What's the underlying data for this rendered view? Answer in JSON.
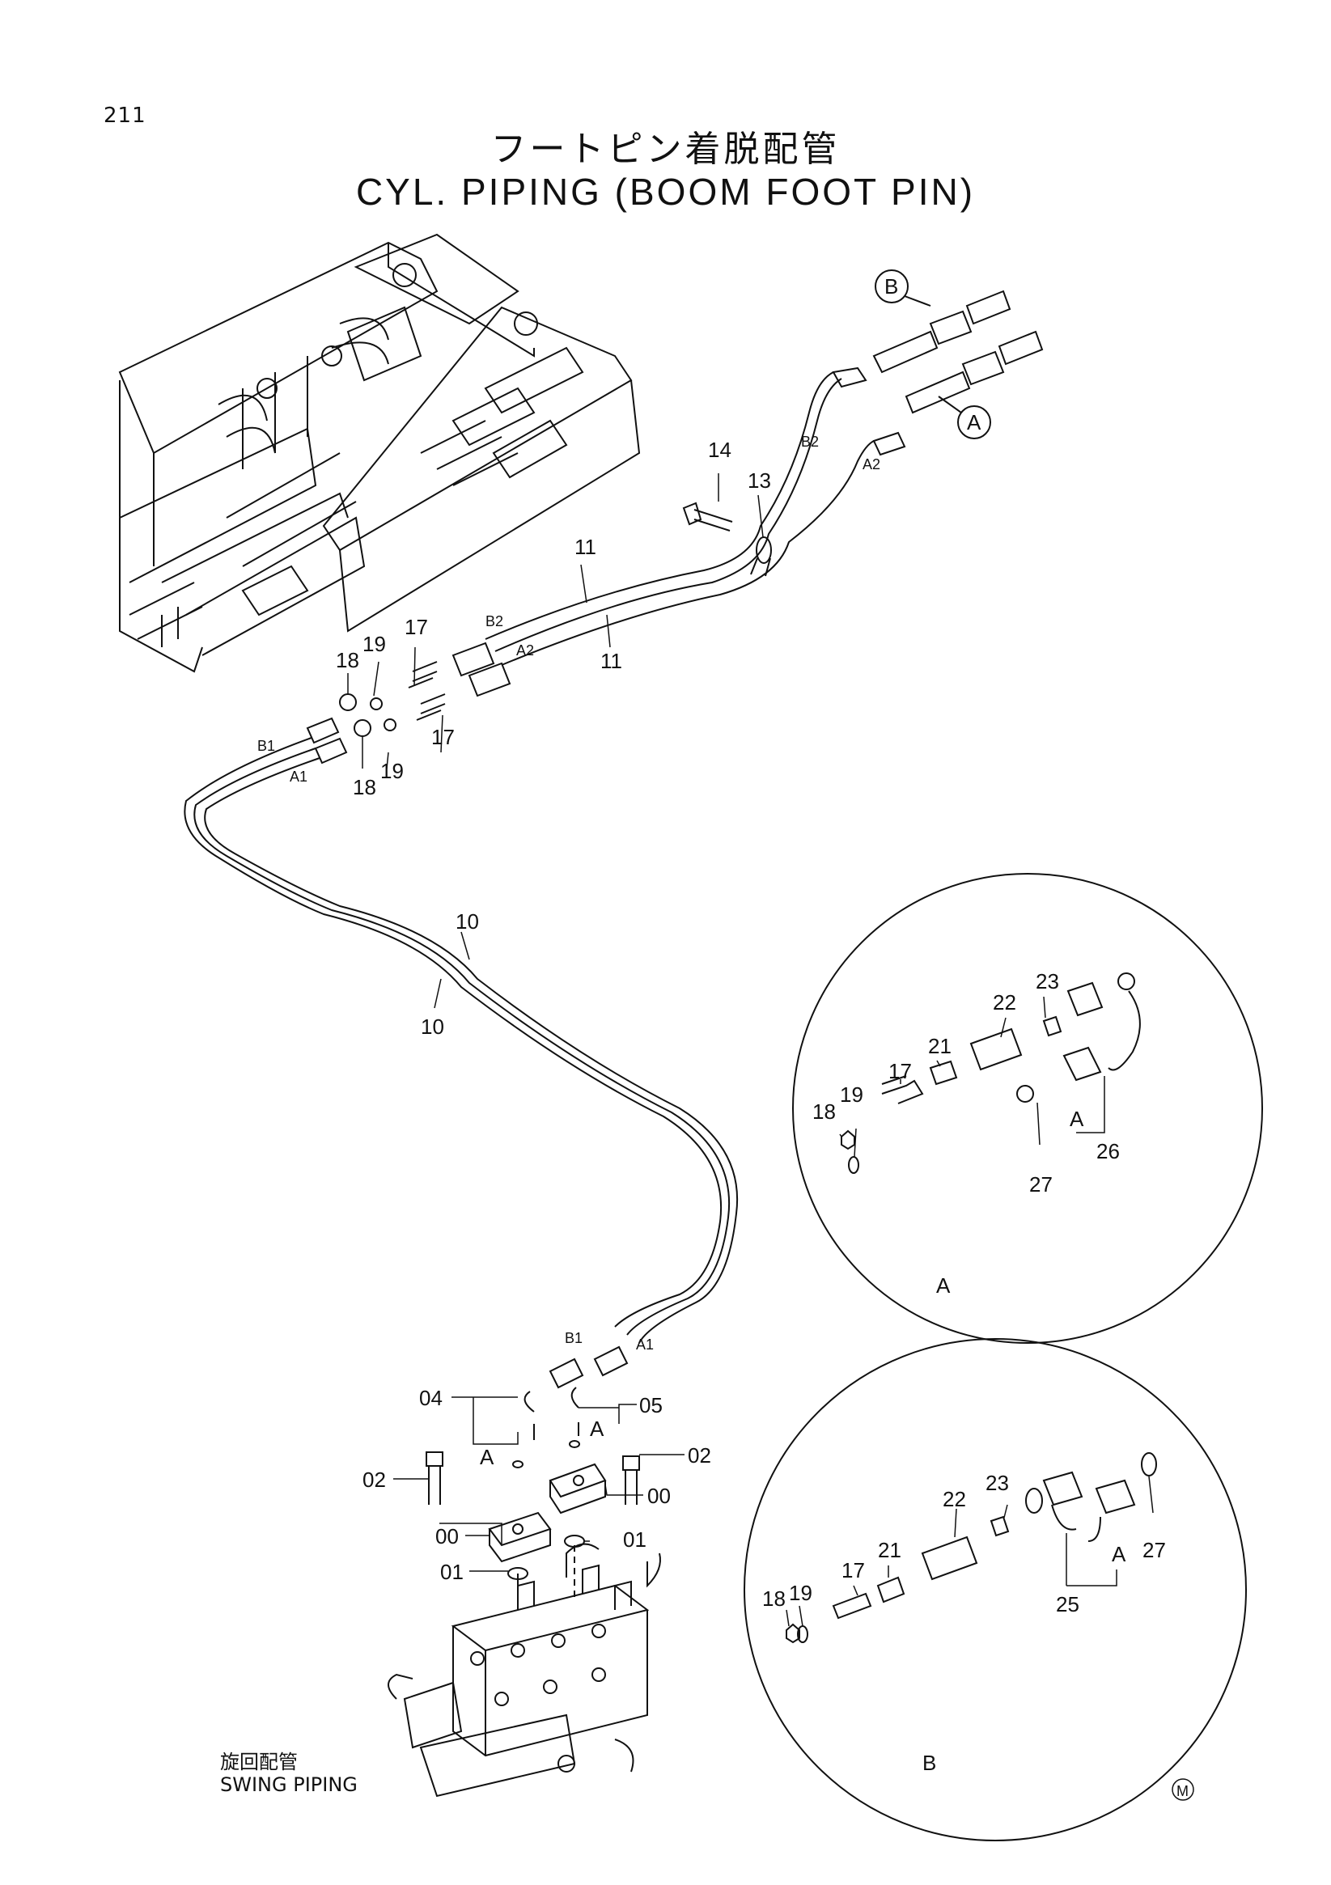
{
  "page_number": "211",
  "title_jp": "フートピン着脱配管",
  "title_en": "CYL. PIPING (BOOM FOOT PIN)",
  "swing_piping_jp": "旋回配管",
  "swing_piping_en": "SWING PIPING",
  "mark": "M",
  "ports": {
    "b1": "B1",
    "a1": "A1",
    "b2": "B2",
    "a2": "A2",
    "A": "A",
    "B": "B"
  },
  "callouts": {
    "c14": "14",
    "c13": "13",
    "c11a": "11",
    "c11b": "11",
    "c17a": "17",
    "c17b": "17",
    "c19a": "19",
    "c19b": "19",
    "c18a": "18",
    "c18b": "18",
    "c10a": "10",
    "c10b": "10",
    "c04": "04",
    "c05": "05",
    "c02a": "02",
    "c02b": "02",
    "c00a": "00",
    "c00b": "00",
    "c01a": "01",
    "c01b": "01",
    "dA_23": "23",
    "dA_22": "22",
    "dA_21": "21",
    "dA_17": "17",
    "dA_19": "19",
    "dA_18": "18",
    "dA_26": "26",
    "dA_27": "27",
    "dB_23": "23",
    "dB_22": "22",
    "dB_21": "21",
    "dB_17": "17",
    "dB_19": "19",
    "dB_18": "18",
    "dB_25": "25",
    "dB_27": "27"
  }
}
